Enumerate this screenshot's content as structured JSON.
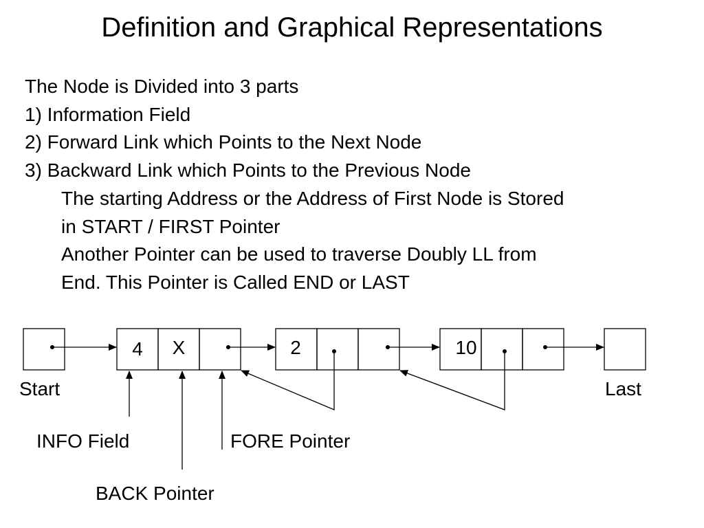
{
  "title": "Definition and Graphical Representations",
  "lines": [
    "The Node is Divided into 3 parts",
    "1) Information Field",
    "2) Forward Link which Points to the Next Node",
    "3) Backward Link which Points to the Previous Node",
    "The starting Address or the Address of First Node is Stored",
    "in START / FIRST Pointer",
    "Another Pointer can be used to traverse Doubly LL from",
    "End. This Pointer is Called END or LAST"
  ],
  "diagram": {
    "node_values": [
      "4",
      "2",
      "10"
    ],
    "first_node_back": "X",
    "start_label": "Start",
    "last_label": "Last",
    "info_field_label": "INFO Field",
    "fore_pointer_label": "FORE Pointer",
    "back_pointer_label": "BACK Pointer"
  }
}
